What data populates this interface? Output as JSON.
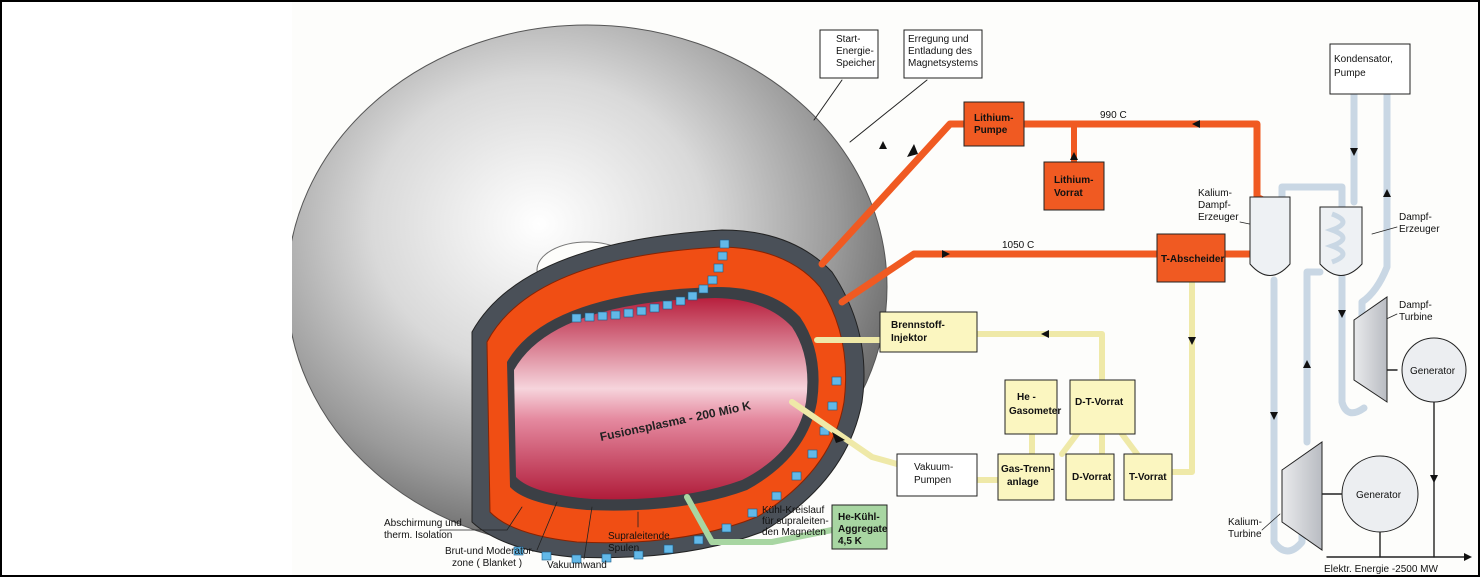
{
  "labels": {
    "start_storage": [
      "Start-",
      "Energie-",
      "Speicher"
    ],
    "excitation": [
      "Erregung und",
      "Entladung des",
      "Magnetsystems"
    ],
    "lithium_pump": [
      "Lithium-",
      "Pumpe"
    ],
    "temp_990": "990 C",
    "lithium_store": [
      "Lithium-",
      "Vorrat"
    ],
    "temp_1050": "1050 C",
    "t_separator": "T-Abscheider",
    "kalium_steam": [
      "Kalium-",
      "Dampf-",
      "Erzeuger"
    ],
    "condenser_pump": [
      "Kondensator,",
      "Pumpe"
    ],
    "steam_gen": [
      "Dampf-",
      "Erzeuger"
    ],
    "steam_turbine": [
      "Dampf-",
      "Turbine"
    ],
    "generator_top": "Generator",
    "generator_bottom": "Generator",
    "fuel_injector": [
      "Brennstoff-",
      "Injektor"
    ],
    "he_gasometer": [
      "He -",
      "Gasometer"
    ],
    "dt_store": "D-T-Vorrat",
    "vacuum_pumps": [
      "Vakuum-",
      "Pumpen"
    ],
    "gas_separation": [
      "Gas-Trenn-",
      "anlage"
    ],
    "d_store": "D-Vorrat",
    "t_store": "T-Vorrat",
    "plasma": "Fusionsplasma - 200 Mio K",
    "shielding": [
      "Abschirmung und",
      "therm. Isolation"
    ],
    "blanket": [
      "Brut-und Moderator-",
      "zone ( Blanket )"
    ],
    "vacuum_wall": "Vakuumwand",
    "sc_coils": [
      "Supraleitende",
      "Spulen"
    ],
    "cooling_loop": [
      "Kühl-Kreislauf",
      "für supraleiten-",
      "den Magneten"
    ],
    "he_cooler": [
      "He-Kühl-",
      "Aggregate",
      "4,5 K"
    ],
    "kalium_turbine": [
      "Kalium-",
      "Turbine"
    ],
    "output": "Elektr. Energie -2500 MW"
  },
  "colors": {
    "lithium": "#f05a22",
    "blanket": "#f04e14",
    "plasma": "#c8284a",
    "fuel_box": "#fbf6c0",
    "fuel_line": "#efe9a8",
    "cool_box": "#a8d6a2",
    "coil": "#62b8e8",
    "water_line": "#c9d7e4",
    "torus": "#b8b8b8"
  }
}
